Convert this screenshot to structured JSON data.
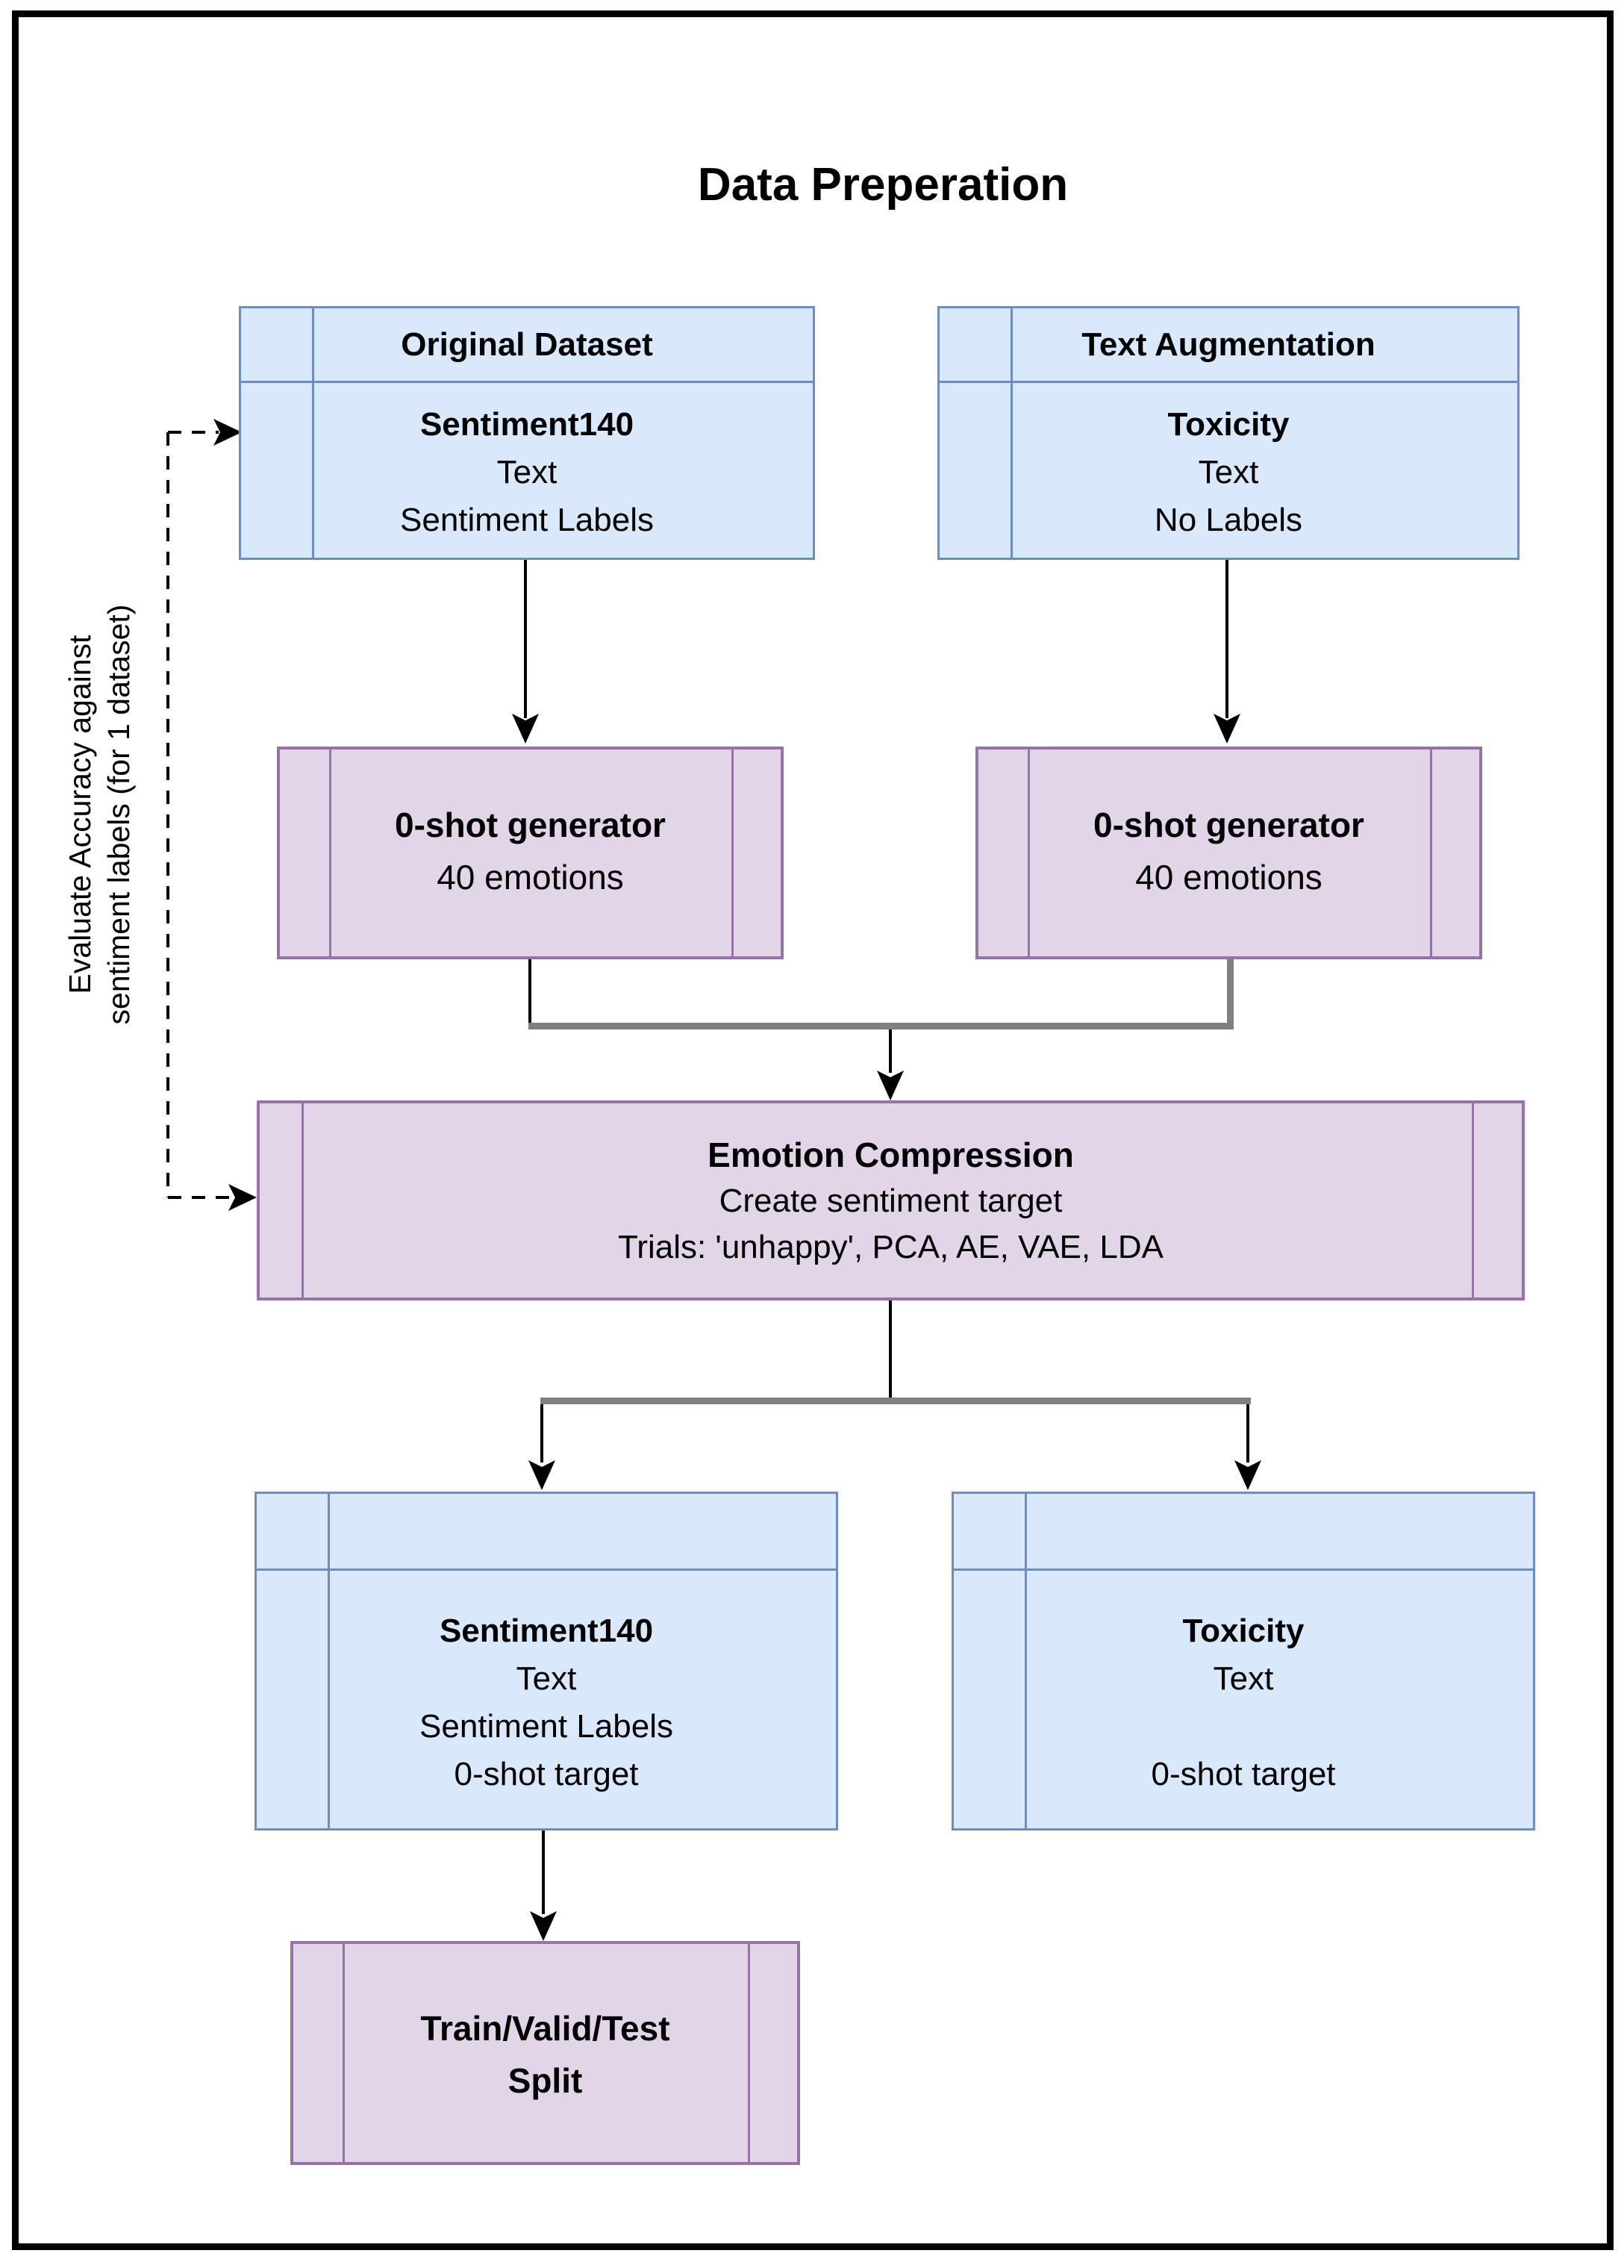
{
  "title": "Data Preperation",
  "side_note": {
    "line1": "Evaluate Accuracy against",
    "line2": "sentiment labels (for 1 dataset)"
  },
  "boxes": {
    "original_dataset": {
      "header": "Original Dataset",
      "line1": "Sentiment140",
      "line2": "Text",
      "line3": "Sentiment Labels"
    },
    "text_augmentation": {
      "header": "Text Augmentation",
      "line1": "Toxicity",
      "line2": "Text",
      "line3": "No Labels"
    },
    "generator_left": {
      "line1": "0-shot generator",
      "line2": "40 emotions"
    },
    "generator_right": {
      "line1": "0-shot generator",
      "line2": "40 emotions"
    },
    "emotion_compression": {
      "line1": "Emotion Compression",
      "line2": "Create sentiment target",
      "line3": "Trials: 'unhappy', PCA, AE, VAE, LDA"
    },
    "sentiment140_output": {
      "line1": "Sentiment140",
      "line2": "Text",
      "line3": "Sentiment Labels",
      "line4": "0-shot target"
    },
    "toxicity_output": {
      "line1": "Toxicity",
      "line2": "Text",
      "line3": "",
      "line4": "0-shot target"
    },
    "split": {
      "line1": "Train/Valid/Test",
      "line2": "Split"
    }
  },
  "colors": {
    "dataset_fill": "#dae8fc",
    "dataset_stroke": "#6c8ebf",
    "process_fill": "#e1d5e7",
    "process_stroke": "#9673a6",
    "connector_black": "#000000",
    "connector_gray": "#808080",
    "frame": "#000000"
  }
}
